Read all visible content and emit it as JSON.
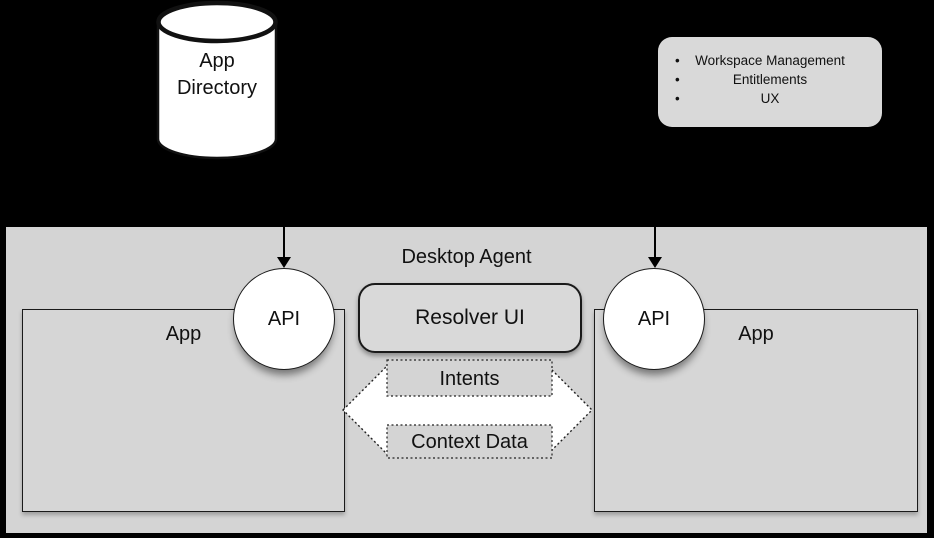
{
  "app_directory": {
    "lines": [
      "App",
      "Directory"
    ]
  },
  "features": {
    "bullet": "•",
    "items": [
      "Workspace Management",
      "Entitlements",
      "UX"
    ]
  },
  "panel": {
    "title": "Desktop Agent",
    "resolver_label": "Resolver UI",
    "apps": {
      "left": "App",
      "right": "App"
    },
    "apis": {
      "left": "API",
      "right": "API"
    },
    "exchange": {
      "top_label": "Intents",
      "bottom_label": "Context Data"
    }
  },
  "colors": {
    "canvas": "#000000",
    "panel": "#d4d4d4",
    "surface": "#d9d9d9",
    "shape_fill": "#ffffff",
    "line": "#1a1a1a"
  }
}
